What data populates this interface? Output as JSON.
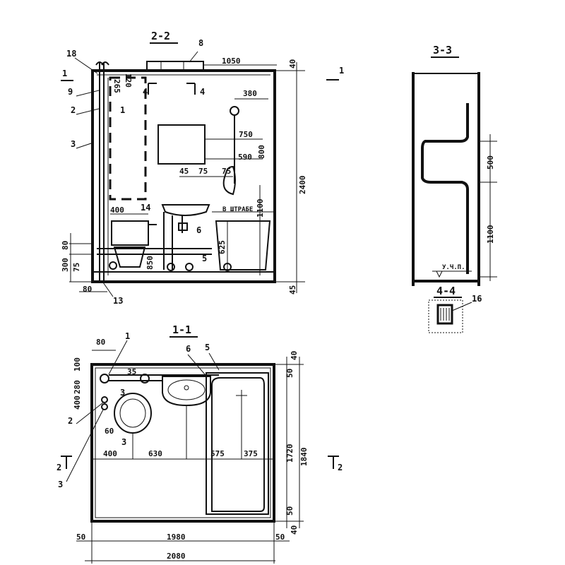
{
  "section_2_2": {
    "title": "2-2",
    "dims": {
      "d1050": "1050",
      "d40_top": "40",
      "d120": "120",
      "d265": "265",
      "d380": "380",
      "d750": "750",
      "d590": "590",
      "d800": "800",
      "d45": "45",
      "d75a": "75",
      "d75b": "75",
      "d400": "400",
      "d1100": "1100",
      "d625": "625",
      "d850": "850",
      "d80_left": "80",
      "d300": "300",
      "d75_left": "75",
      "d80_bottom": "80",
      "d2400": "2400",
      "d45_bottom": "45"
    },
    "labels": {
      "l8": "8",
      "l18": "18",
      "l9": "9",
      "l2": "2",
      "l3": "3",
      "l1": "1",
      "l14": "14",
      "l6": "6",
      "l5": "5",
      "l13": "13",
      "l4a": "4",
      "l4b": "4",
      "cut1_left": "1",
      "cut1_right": "1"
    },
    "note_shtrabe": "В ШТРАБЕ"
  },
  "section_3_3": {
    "title": "3-3",
    "dims": {
      "d500": "500",
      "d1100": "1100"
    },
    "floor_mark": "У.Ч.П."
  },
  "section_4_4": {
    "title": "4-4",
    "label16": "16"
  },
  "section_1_1": {
    "title": "1-1",
    "dims": {
      "d80": "80",
      "d35": "35",
      "d100": "100",
      "d280": "280",
      "d400_side": "400",
      "d60": "60",
      "d400": "400",
      "d630": "630",
      "d575": "575",
      "d375": "375",
      "d1720": "1720",
      "d1840": "1840",
      "d50_top": "50",
      "d40_top": "40",
      "d50_bottom": "50",
      "d40_bottom": "40",
      "d50_left": "50",
      "d1980": "1980",
      "d50_right": "50",
      "d2080": "2080"
    },
    "labels": {
      "l1": "1",
      "l6": "6",
      "l5": "5",
      "l2": "2",
      "l3a": "3",
      "l3b": "3",
      "l3c": "3",
      "cut2_left": "2",
      "cut2_right": "2"
    }
  }
}
